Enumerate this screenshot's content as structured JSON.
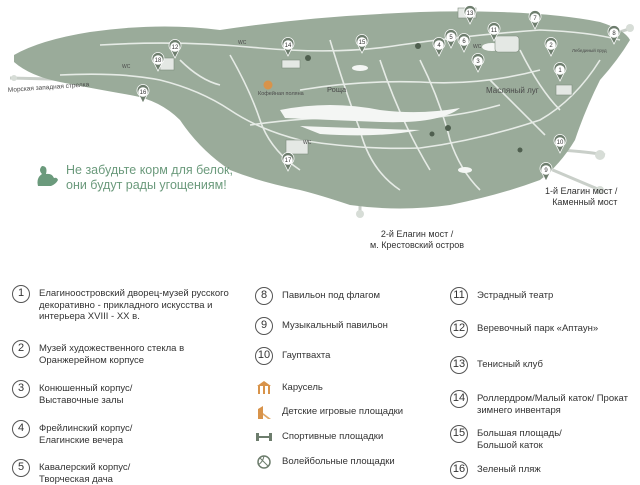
{
  "map": {
    "labels": {
      "strelka": "Морская западная стрелка",
      "roshcha": "Роща",
      "luk": "Масляный луг",
      "coffee": "Кофейная поляна",
      "pond": "Лебединый пруд",
      "wc": "WC"
    },
    "note": [
      "Не забудьте корм для белок,",
      "они будут рады угощениям!"
    ],
    "bridge1": [
      "1-й Елагин мост /",
      "Каменный мост"
    ],
    "bridge2": [
      "2-й Елагин мост /",
      "м. Крестовский остров"
    ],
    "pins": [
      "1",
      "2",
      "3",
      "4",
      "5",
      "6",
      "7",
      "8",
      "9",
      "10",
      "11",
      "12",
      "13",
      "14",
      "15",
      "16",
      "17",
      "18"
    ]
  },
  "legend": {
    "items": [
      {
        "num": "1",
        "text": "Елагиноостровский дворец-музей русского декоративно - прикладного искусства и интерьера XVIII - XX в."
      },
      {
        "num": "2",
        "text": "Музей художественного стекла в Оранжерейном корпусе"
      },
      {
        "num": "3",
        "text": "Конюшенный корпус/ Выставочные залы"
      },
      {
        "num": "4",
        "text": "Фрейлинский корпус/ Елагинские вечера"
      },
      {
        "num": "5",
        "text": "Кавалерский корпус/ Творческая дача"
      },
      {
        "num": "8",
        "text": "Павильон под флагом"
      },
      {
        "num": "9",
        "text": "Музыкальный павильон"
      },
      {
        "num": "10",
        "text": "Гауптвахта"
      },
      {
        "icon": "carousel-icon",
        "text": "Карусель"
      },
      {
        "icon": "playground-icon",
        "text": "Детские игровые площадки"
      },
      {
        "icon": "sports-icon",
        "text": "Спортивные площадки"
      },
      {
        "icon": "volleyball-icon",
        "text": "Волейбольные площадки"
      },
      {
        "num": "11",
        "text": "Эстрадный театр"
      },
      {
        "num": "12",
        "text": "Веревочный парк «Аптаун»"
      },
      {
        "num": "13",
        "text": "Тенисный клуб"
      },
      {
        "num": "14",
        "text": "Роллердром/Малый каток/ Прокат зимнего инвентаря"
      },
      {
        "num": "15",
        "text": "Большая площадь/ Большой каток"
      },
      {
        "num": "16",
        "text": "Зеленый пляж"
      }
    ]
  },
  "colors": {
    "island": "#9aab9a",
    "paths": "#e9ede9",
    "road": "#c4cbc4",
    "accent": "#6b9a7c",
    "pin": "#6d7d6d"
  }
}
